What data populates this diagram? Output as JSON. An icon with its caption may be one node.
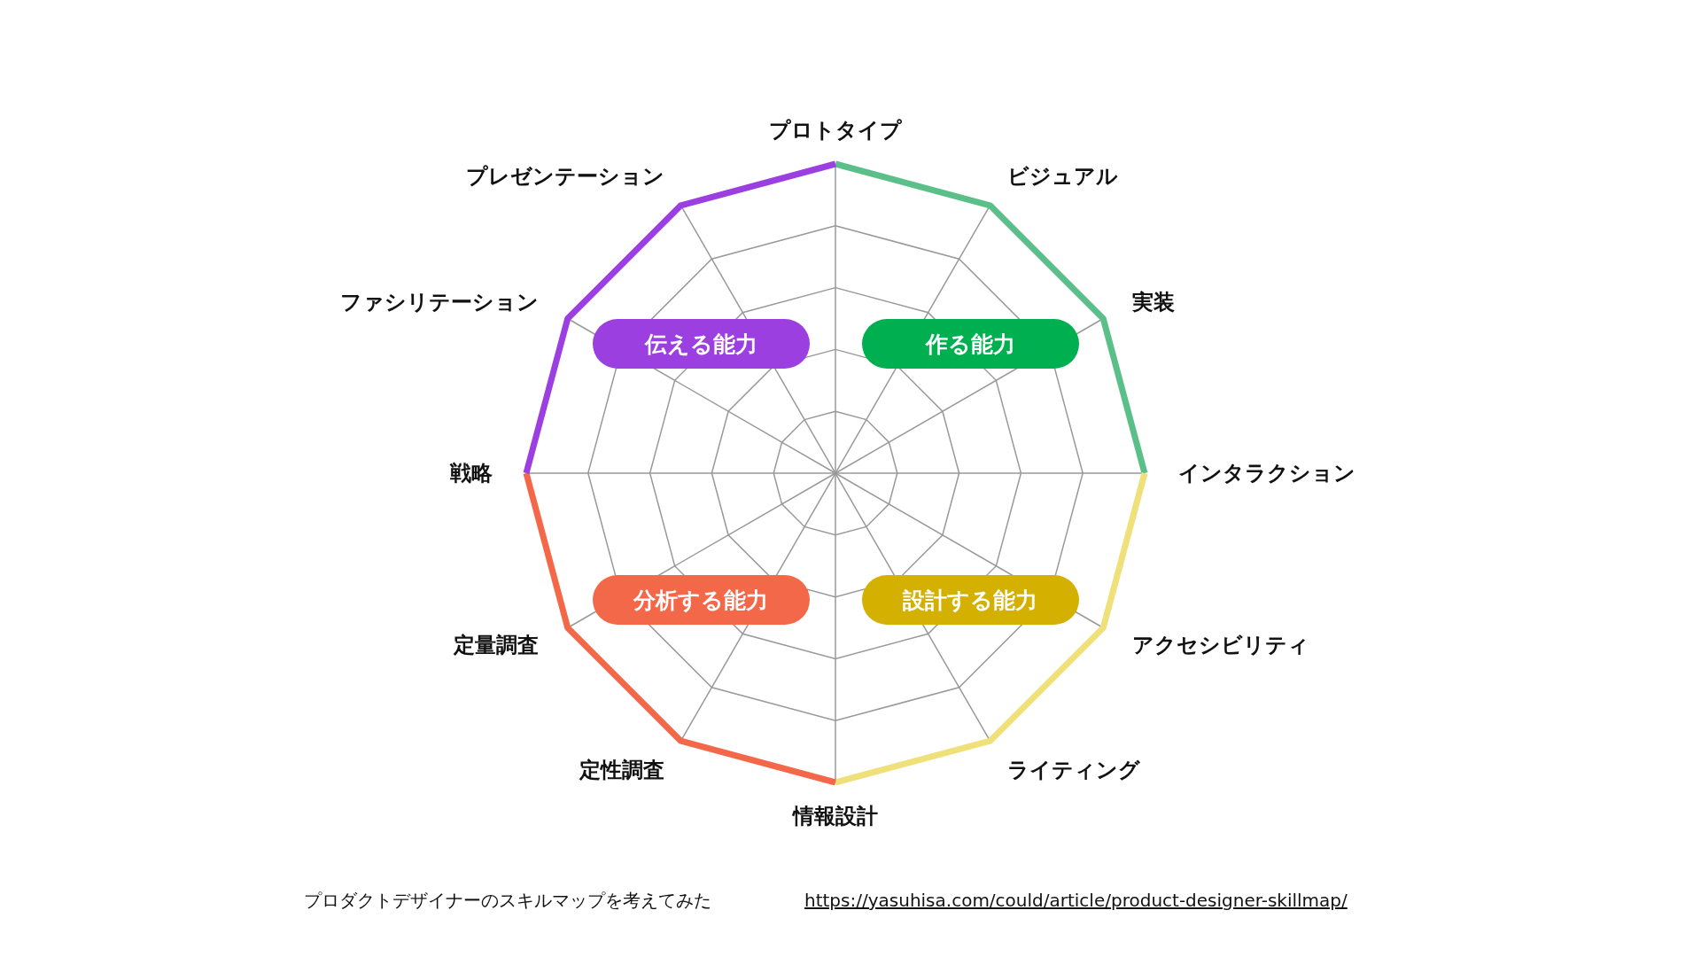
{
  "diagram": {
    "caption": "プロダクトデザイナーのスキルマップを考えてみた",
    "nodes": [
      {
        "text": [
          "伝える能力"
        ]
      },
      {
        "text": [
          "作る能力"
        ]
      },
      {
        "text": [
          "分析する能力"
        ]
      },
      {
        "text": [
          "設計する能力"
        ]
      }
    ],
    "labels": [
      "プロトタイプ",
      "ビジュアル",
      "実装",
      "インタラクション",
      "アクセシビリティ",
      "ライティング",
      "情報設計",
      "定性調査",
      "定量調査",
      "戦略",
      "ファシリテーション",
      "プレゼンテーション",
      "https://yasuhisa.com/could/article/product-designer-skillmap/"
    ]
  }
}
